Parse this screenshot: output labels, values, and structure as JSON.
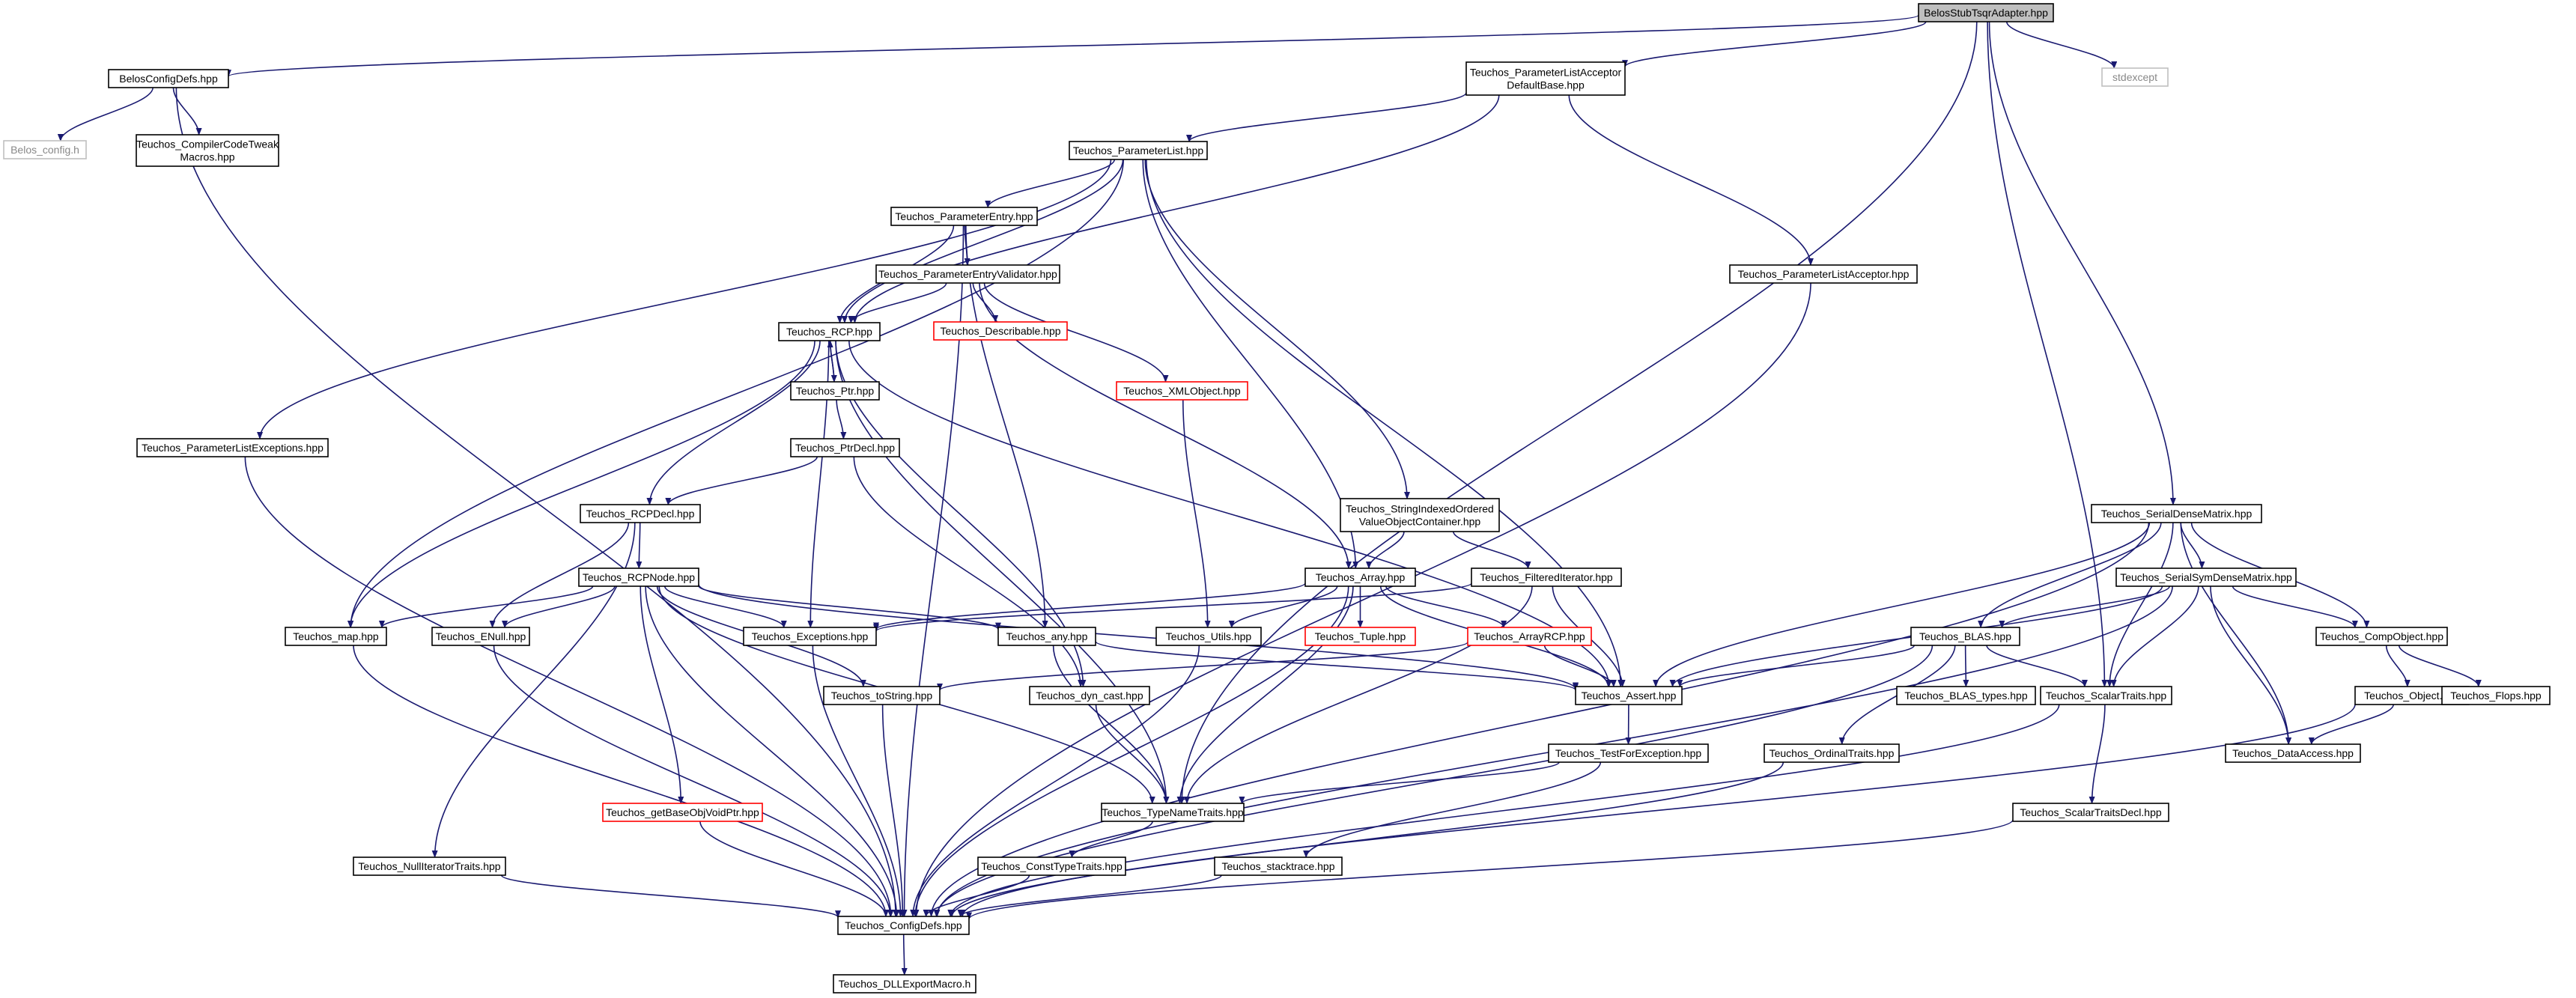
{
  "diagram": {
    "nodes": [
      {
        "id": "BelosStubTsqrAdapter",
        "lines": [
          "BelosStubTsqrAdapter.hpp"
        ],
        "kind": "root"
      },
      {
        "id": "BelosConfigDefs",
        "lines": [
          "BelosConfigDefs.hpp"
        ],
        "kind": "normal"
      },
      {
        "id": "Belos_config",
        "lines": [
          "Belos_config.h"
        ],
        "kind": "external"
      },
      {
        "id": "CompilerCodeTweakMacros",
        "lines": [
          "Teuchos_CompilerCodeTweak",
          "Macros.hpp"
        ],
        "kind": "normal"
      },
      {
        "id": "ParameterListAcceptorDefaultBase",
        "lines": [
          "Teuchos_ParameterListAcceptor",
          "DefaultBase.hpp"
        ],
        "kind": "normal"
      },
      {
        "id": "stdexcept",
        "lines": [
          "stdexcept"
        ],
        "kind": "external"
      },
      {
        "id": "ParameterList",
        "lines": [
          "Teuchos_ParameterList.hpp"
        ],
        "kind": "normal"
      },
      {
        "id": "ParameterEntry",
        "lines": [
          "Teuchos_ParameterEntry.hpp"
        ],
        "kind": "normal"
      },
      {
        "id": "ParameterEntryValidator",
        "lines": [
          "Teuchos_ParameterEntryValidator.hpp"
        ],
        "kind": "normal"
      },
      {
        "id": "Describable",
        "lines": [
          "Teuchos_Describable.hpp"
        ],
        "kind": "truncated"
      },
      {
        "id": "ParameterListAcceptor",
        "lines": [
          "Teuchos_ParameterListAcceptor.hpp"
        ],
        "kind": "normal"
      },
      {
        "id": "RCP",
        "lines": [
          "Teuchos_RCP.hpp"
        ],
        "kind": "normal"
      },
      {
        "id": "XMLObject",
        "lines": [
          "Teuchos_XMLObject.hpp"
        ],
        "kind": "truncated"
      },
      {
        "id": "Ptr",
        "lines": [
          "Teuchos_Ptr.hpp"
        ],
        "kind": "normal"
      },
      {
        "id": "PtrDecl",
        "lines": [
          "Teuchos_PtrDecl.hpp"
        ],
        "kind": "normal"
      },
      {
        "id": "ParameterListExceptions",
        "lines": [
          "Teuchos_ParameterListExceptions.hpp"
        ],
        "kind": "normal"
      },
      {
        "id": "StringIndexed",
        "lines": [
          "Teuchos_StringIndexedOrdered",
          "ValueObjectContainer.hpp"
        ],
        "kind": "normal"
      },
      {
        "id": "SerialDenseMatrix",
        "lines": [
          "Teuchos_SerialDenseMatrix.hpp"
        ],
        "kind": "normal"
      },
      {
        "id": "RCPDecl",
        "lines": [
          "Teuchos_RCPDecl.hpp"
        ],
        "kind": "normal"
      },
      {
        "id": "RCPNode",
        "lines": [
          "Teuchos_RCPNode.hpp"
        ],
        "kind": "normal"
      },
      {
        "id": "Array",
        "lines": [
          "Teuchos_Array.hpp"
        ],
        "kind": "normal"
      },
      {
        "id": "FilteredIterator",
        "lines": [
          "Teuchos_FilteredIterator.hpp"
        ],
        "kind": "normal"
      },
      {
        "id": "SerialSymDenseMatrix",
        "lines": [
          "Teuchos_SerialSymDenseMatrix.hpp"
        ],
        "kind": "normal"
      },
      {
        "id": "map",
        "lines": [
          "Teuchos_map.hpp"
        ],
        "kind": "normal"
      },
      {
        "id": "ENull",
        "lines": [
          "Teuchos_ENull.hpp"
        ],
        "kind": "normal"
      },
      {
        "id": "Exceptions",
        "lines": [
          "Teuchos_Exceptions.hpp"
        ],
        "kind": "normal"
      },
      {
        "id": "any",
        "lines": [
          "Teuchos_any.hpp"
        ],
        "kind": "normal"
      },
      {
        "id": "Utils",
        "lines": [
          "Teuchos_Utils.hpp"
        ],
        "kind": "normal"
      },
      {
        "id": "Tuple",
        "lines": [
          "Teuchos_Tuple.hpp"
        ],
        "kind": "truncated"
      },
      {
        "id": "ArrayRCP",
        "lines": [
          "Teuchos_ArrayRCP.hpp"
        ],
        "kind": "truncated"
      },
      {
        "id": "BLAS",
        "lines": [
          "Teuchos_BLAS.hpp"
        ],
        "kind": "normal"
      },
      {
        "id": "CompObject",
        "lines": [
          "Teuchos_CompObject.hpp"
        ],
        "kind": "normal"
      },
      {
        "id": "toString",
        "lines": [
          "Teuchos_toString.hpp"
        ],
        "kind": "normal"
      },
      {
        "id": "dyn_cast",
        "lines": [
          "Teuchos_dyn_cast.hpp"
        ],
        "kind": "normal"
      },
      {
        "id": "Assert",
        "lines": [
          "Teuchos_Assert.hpp"
        ],
        "kind": "normal"
      },
      {
        "id": "BLAS_types",
        "lines": [
          "Teuchos_BLAS_types.hpp"
        ],
        "kind": "normal"
      },
      {
        "id": "ScalarTraits",
        "lines": [
          "Teuchos_ScalarTraits.hpp"
        ],
        "kind": "normal"
      },
      {
        "id": "Object",
        "lines": [
          "Teuchos_Object.hpp"
        ],
        "kind": "normal"
      },
      {
        "id": "Flops",
        "lines": [
          "Teuchos_Flops.hpp"
        ],
        "kind": "normal"
      },
      {
        "id": "TestForException",
        "lines": [
          "Teuchos_TestForException.hpp"
        ],
        "kind": "normal"
      },
      {
        "id": "OrdinalTraits",
        "lines": [
          "Teuchos_OrdinalTraits.hpp"
        ],
        "kind": "normal"
      },
      {
        "id": "DataAccess",
        "lines": [
          "Teuchos_DataAccess.hpp"
        ],
        "kind": "normal"
      },
      {
        "id": "getBaseObjVoidPtr",
        "lines": [
          "Teuchos_getBaseObjVoidPtr.hpp"
        ],
        "kind": "truncated"
      },
      {
        "id": "TypeNameTraits",
        "lines": [
          "Teuchos_TypeNameTraits.hpp"
        ],
        "kind": "normal"
      },
      {
        "id": "ScalarTraitsDecl",
        "lines": [
          "Teuchos_ScalarTraitsDecl.hpp"
        ],
        "kind": "normal"
      },
      {
        "id": "NullIteratorTraits",
        "lines": [
          "Teuchos_NullIteratorTraits.hpp"
        ],
        "kind": "normal"
      },
      {
        "id": "ConstTypeTraits",
        "lines": [
          "Teuchos_ConstTypeTraits.hpp"
        ],
        "kind": "normal"
      },
      {
        "id": "stacktrace",
        "lines": [
          "Teuchos_stacktrace.hpp"
        ],
        "kind": "normal"
      },
      {
        "id": "ConfigDefs",
        "lines": [
          "Teuchos_ConfigDefs.hpp"
        ],
        "kind": "normal"
      },
      {
        "id": "DLLExportMacro",
        "lines": [
          "Teuchos_DLLExportMacro.h"
        ],
        "kind": "normal"
      }
    ],
    "edges": [
      [
        "BelosStubTsqrAdapter",
        "BelosConfigDefs"
      ],
      [
        "BelosStubTsqrAdapter",
        "ParameterListAcceptorDefaultBase"
      ],
      [
        "BelosStubTsqrAdapter",
        "stdexcept"
      ],
      [
        "BelosStubTsqrAdapter",
        "SerialDenseMatrix"
      ],
      [
        "BelosStubTsqrAdapter",
        "ScalarTraits"
      ],
      [
        "BelosStubTsqrAdapter",
        "TypeNameTraits"
      ],
      [
        "BelosConfigDefs",
        "Belos_config"
      ],
      [
        "BelosConfigDefs",
        "CompilerCodeTweakMacros"
      ],
      [
        "BelosConfigDefs",
        "ConfigDefs"
      ],
      [
        "ParameterListAcceptorDefaultBase",
        "ParameterList"
      ],
      [
        "ParameterListAcceptorDefaultBase",
        "ParameterListAcceptor"
      ],
      [
        "ParameterListAcceptorDefaultBase",
        "RCP"
      ],
      [
        "ParameterList",
        "ParameterEntry"
      ],
      [
        "ParameterList",
        "ParameterListExceptions"
      ],
      [
        "ParameterList",
        "map"
      ],
      [
        "ParameterList",
        "RCP"
      ],
      [
        "ParameterList",
        "StringIndexed"
      ],
      [
        "ParameterList",
        "Array"
      ],
      [
        "ParameterList",
        "Assert"
      ],
      [
        "ParameterEntry",
        "ParameterEntryValidator"
      ],
      [
        "ParameterEntry",
        "RCP"
      ],
      [
        "ParameterEntry",
        "any"
      ],
      [
        "ParameterEntry",
        "ConfigDefs"
      ],
      [
        "ParameterEntryValidator",
        "Describable"
      ],
      [
        "ParameterEntryValidator",
        "RCP"
      ],
      [
        "ParameterEntryValidator",
        "XMLObject"
      ],
      [
        "ParameterEntryValidator",
        "Array"
      ],
      [
        "ParameterListAcceptor",
        "ConfigDefs"
      ],
      [
        "RCP",
        "Ptr"
      ],
      [
        "RCP",
        "RCPDecl"
      ],
      [
        "RCP",
        "map"
      ],
      [
        "RCP",
        "Exceptions"
      ],
      [
        "RCP",
        "dyn_cast"
      ],
      [
        "RCP",
        "TypeNameTraits"
      ],
      [
        "RCP",
        "Assert"
      ],
      [
        "Ptr",
        "PtrDecl"
      ],
      [
        "Ptr",
        "RCP"
      ],
      [
        "PtrDecl",
        "RCPDecl"
      ],
      [
        "PtrDecl",
        "dyn_cast"
      ],
      [
        "XMLObject",
        "Utils"
      ],
      [
        "ParameterListExceptions",
        "ConfigDefs"
      ],
      [
        "StringIndexed",
        "Array"
      ],
      [
        "StringIndexed",
        "FilteredIterator"
      ],
      [
        "RCPDecl",
        "RCPNode"
      ],
      [
        "RCPDecl",
        "ENull"
      ],
      [
        "RCPDecl",
        "NullIteratorTraits"
      ],
      [
        "RCPNode",
        "map"
      ],
      [
        "RCPNode",
        "ENull"
      ],
      [
        "RCPNode",
        "Exceptions"
      ],
      [
        "RCPNode",
        "any"
      ],
      [
        "RCPNode",
        "toString"
      ],
      [
        "RCPNode",
        "Assert"
      ],
      [
        "RCPNode",
        "getBaseObjVoidPtr"
      ],
      [
        "RCPNode",
        "TypeNameTraits"
      ],
      [
        "RCPNode",
        "ConfigDefs"
      ],
      [
        "Array",
        "Utils"
      ],
      [
        "Array",
        "Tuple"
      ],
      [
        "Array",
        "ArrayRCP"
      ],
      [
        "Array",
        "Exceptions"
      ],
      [
        "Array",
        "Assert"
      ],
      [
        "Array",
        "TypeNameTraits"
      ],
      [
        "Array",
        "ConfigDefs"
      ],
      [
        "FilteredIterator",
        "Exceptions"
      ],
      [
        "FilteredIterator",
        "Assert"
      ],
      [
        "FilteredIterator",
        "TypeNameTraits"
      ],
      [
        "SerialDenseMatrix",
        "SerialSymDenseMatrix"
      ],
      [
        "SerialDenseMatrix",
        "BLAS"
      ],
      [
        "SerialDenseMatrix",
        "CompObject"
      ],
      [
        "SerialDenseMatrix",
        "Assert"
      ],
      [
        "SerialDenseMatrix",
        "ScalarTraits"
      ],
      [
        "SerialDenseMatrix",
        "DataAccess"
      ],
      [
        "SerialDenseMatrix",
        "ConfigDefs"
      ],
      [
        "SerialSymDenseMatrix",
        "BLAS"
      ],
      [
        "SerialSymDenseMatrix",
        "CompObject"
      ],
      [
        "SerialSymDenseMatrix",
        "Assert"
      ],
      [
        "SerialSymDenseMatrix",
        "ScalarTraits"
      ],
      [
        "SerialSymDenseMatrix",
        "DataAccess"
      ],
      [
        "SerialSymDenseMatrix",
        "ConfigDefs"
      ],
      [
        "map",
        "ConfigDefs"
      ],
      [
        "ENull",
        "ConfigDefs"
      ],
      [
        "Exceptions",
        "ConfigDefs"
      ],
      [
        "any",
        "Assert"
      ],
      [
        "any",
        "TypeNameTraits"
      ],
      [
        "Utils",
        "ConfigDefs"
      ],
      [
        "ArrayRCP",
        "Assert"
      ],
      [
        "ArrayRCP",
        "toString"
      ],
      [
        "BLAS",
        "BLAS_types"
      ],
      [
        "BLAS",
        "Assert"
      ],
      [
        "BLAS",
        "ScalarTraits"
      ],
      [
        "BLAS",
        "OrdinalTraits"
      ],
      [
        "BLAS",
        "ConfigDefs"
      ],
      [
        "CompObject",
        "Object"
      ],
      [
        "CompObject",
        "Flops"
      ],
      [
        "toString",
        "ConfigDefs"
      ],
      [
        "dyn_cast",
        "TypeNameTraits"
      ],
      [
        "Assert",
        "TestForException"
      ],
      [
        "ScalarTraits",
        "ScalarTraitsDecl"
      ],
      [
        "ScalarTraits",
        "ConfigDefs"
      ],
      [
        "Object",
        "DataAccess"
      ],
      [
        "Object",
        "ConfigDefs"
      ],
      [
        "TestForException",
        "TypeNameTraits"
      ],
      [
        "TestForException",
        "stacktrace"
      ],
      [
        "OrdinalTraits",
        "ConfigDefs"
      ],
      [
        "getBaseObjVoidPtr",
        "ConfigDefs"
      ],
      [
        "TypeNameTraits",
        "ConstTypeTraits"
      ],
      [
        "ScalarTraitsDecl",
        "ConfigDefs"
      ],
      [
        "NullIteratorTraits",
        "ConfigDefs"
      ],
      [
        "ConstTypeTraits",
        "ConfigDefs"
      ],
      [
        "stacktrace",
        "ConfigDefs"
      ],
      [
        "ConfigDefs",
        "DLLExportMacro"
      ]
    ]
  }
}
